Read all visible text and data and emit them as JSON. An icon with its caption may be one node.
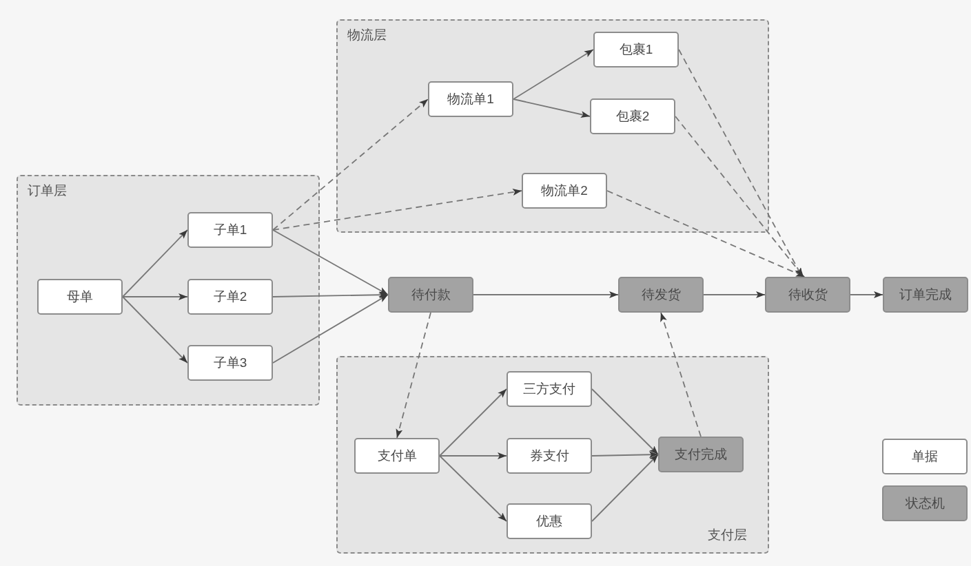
{
  "diagram": {
    "nodes": [
      {
        "text": [
          "订单层"
        ]
      },
      {
        "text": [
          "母单"
        ],
        "in": 0
      },
      {
        "text": [
          "子单1"
        ],
        "in": 0
      },
      {
        "text": [
          "子单2"
        ],
        "in": 0
      },
      {
        "text": [
          "子单3"
        ],
        "in": 0
      },
      {
        "text": [
          "物流层"
        ]
      },
      {
        "text": [
          "物流单1"
        ],
        "in": 5
      },
      {
        "text": [
          "包裹1"
        ],
        "in": 5
      },
      {
        "text": [
          "包裹2"
        ],
        "in": 5
      },
      {
        "text": [
          "物流单2"
        ],
        "in": 5
      },
      {
        "text": [
          "待付款"
        ]
      },
      {
        "text": [
          "待发货"
        ]
      },
      {
        "text": [
          "待收货"
        ]
      },
      {
        "text": [
          "订单完成"
        ]
      },
      {
        "text": [
          "支付层"
        ]
      },
      {
        "text": [
          "支付单"
        ],
        "in": 14
      },
      {
        "text": [
          "三方支付"
        ],
        "in": 14
      },
      {
        "text": [
          "券支付"
        ],
        "in": 14
      },
      {
        "text": [
          "优惠"
        ],
        "in": 14
      },
      {
        "text": [
          "支付完成"
        ],
        "in": 14
      }
    ],
    "edges": [
      {
        "from": 1,
        "to": 2,
        "arrow": "to"
      },
      {
        "from": 1,
        "to": 3,
        "arrow": "to"
      },
      {
        "from": 1,
        "to": 4,
        "arrow": "to"
      },
      {
        "from": 2,
        "to": 10,
        "arrow": "to"
      },
      {
        "from": 3,
        "to": 10,
        "arrow": "to"
      },
      {
        "from": 4,
        "to": 10,
        "arrow": "to"
      },
      {
        "from": 2,
        "to": 6,
        "arrow": "to",
        "style": "dashed"
      },
      {
        "from": 2,
        "to": 9,
        "arrow": "to",
        "style": "dashed"
      },
      {
        "from": 6,
        "to": 7,
        "arrow": "to"
      },
      {
        "from": 6,
        "to": 8,
        "arrow": "to"
      },
      {
        "from": 7,
        "to": 12,
        "arrow": "to",
        "style": "dashed"
      },
      {
        "from": 8,
        "to": 12,
        "arrow": "to",
        "style": "dashed"
      },
      {
        "from": 9,
        "to": 12,
        "arrow": "to",
        "style": "dashed"
      },
      {
        "from": 10,
        "to": 11,
        "arrow": "to"
      },
      {
        "from": 11,
        "to": 12,
        "arrow": "to"
      },
      {
        "from": 12,
        "to": 13,
        "arrow": "to"
      },
      {
        "from": 10,
        "to": 15,
        "arrow": "to",
        "style": "dashed"
      },
      {
        "from": 15,
        "to": 16,
        "arrow": "to"
      },
      {
        "from": 15,
        "to": 17,
        "arrow": "to"
      },
      {
        "from": 15,
        "to": 18,
        "arrow": "to"
      },
      {
        "from": 16,
        "to": 19,
        "arrow": "to"
      },
      {
        "from": 17,
        "to": 19,
        "arrow": "to"
      },
      {
        "from": 18,
        "to": 19,
        "arrow": "to"
      },
      {
        "from": 19,
        "to": 11,
        "arrow": "to",
        "style": "dashed"
      }
    ],
    "legend": [
      {
        "text": "单据",
        "color": "#ffffff"
      },
      {
        "text": "状态机",
        "color": "#a3a3a3"
      }
    ]
  }
}
